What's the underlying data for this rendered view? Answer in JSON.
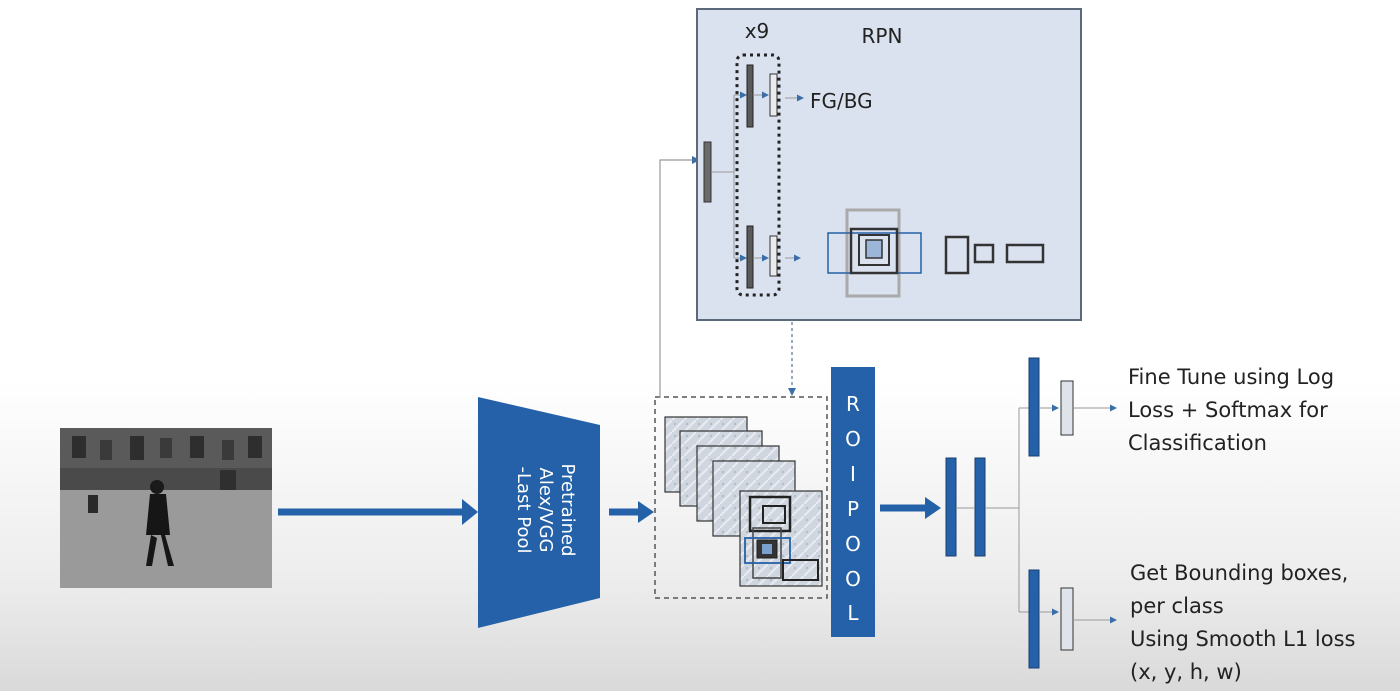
{
  "rpn": {
    "title": "RPN",
    "multiplier": "x9",
    "fg_bg": "FG/BG"
  },
  "backbone": {
    "line1": "Pretrained",
    "line2": "Alex/VGG",
    "line3": "-Last Pool"
  },
  "roi_pool": {
    "letters": [
      "R",
      "O",
      "I",
      "P",
      "O",
      "O",
      "L"
    ]
  },
  "classification": {
    "lines": [
      "Fine Tune using Log",
      "Loss + Softmax for",
      "Classification"
    ]
  },
  "regression": {
    "lines": [
      "Get Bounding boxes,",
      "per class",
      "Using Smooth L1 loss",
      "(x, y, h, w)"
    ]
  },
  "colors": {
    "blue": "#2461a8",
    "rpn_bg": "#dbe2ef",
    "rpn_border": "#5a6a7a"
  }
}
